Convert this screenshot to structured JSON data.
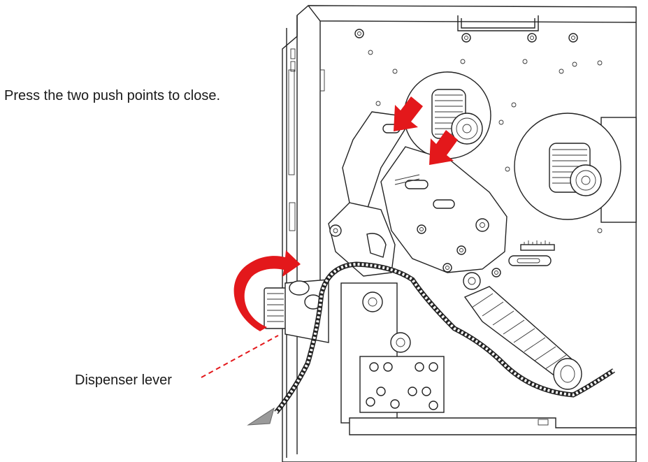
{
  "instruction": {
    "text": "Press the two push points to close."
  },
  "callouts": {
    "dispenser_lever": "Dispenser lever"
  },
  "icons": {
    "push_arrows": "down-left-arrow-icon",
    "rotate_arrow": "curved-rotate-arrow-icon",
    "leader_line": "dashed-leader-line",
    "label_path": "label-exit-arrow-icon"
  },
  "colors": {
    "arrow": "#e3181b",
    "line_art": "#222222",
    "label_path_fill": "#9a9a9a"
  }
}
